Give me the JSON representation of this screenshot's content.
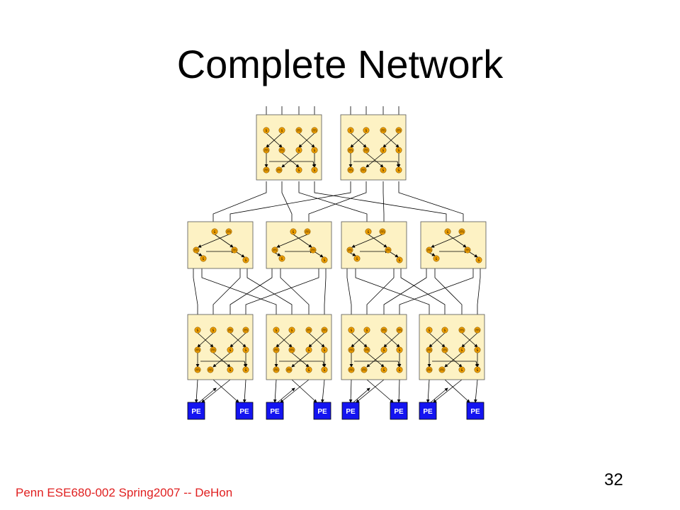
{
  "slide": {
    "title": "Complete Network",
    "footer": "Penn ESE680-002 Spring2007 -- DeHon",
    "page_number": "32"
  },
  "diagram": {
    "pe_label": "PE",
    "pe_count": 8,
    "colors": {
      "switch_box_fill": "#fdf2c4",
      "switch_node_fill": "#f0a000",
      "pe_fill": "#1414f0",
      "wire": "#000000"
    }
  }
}
